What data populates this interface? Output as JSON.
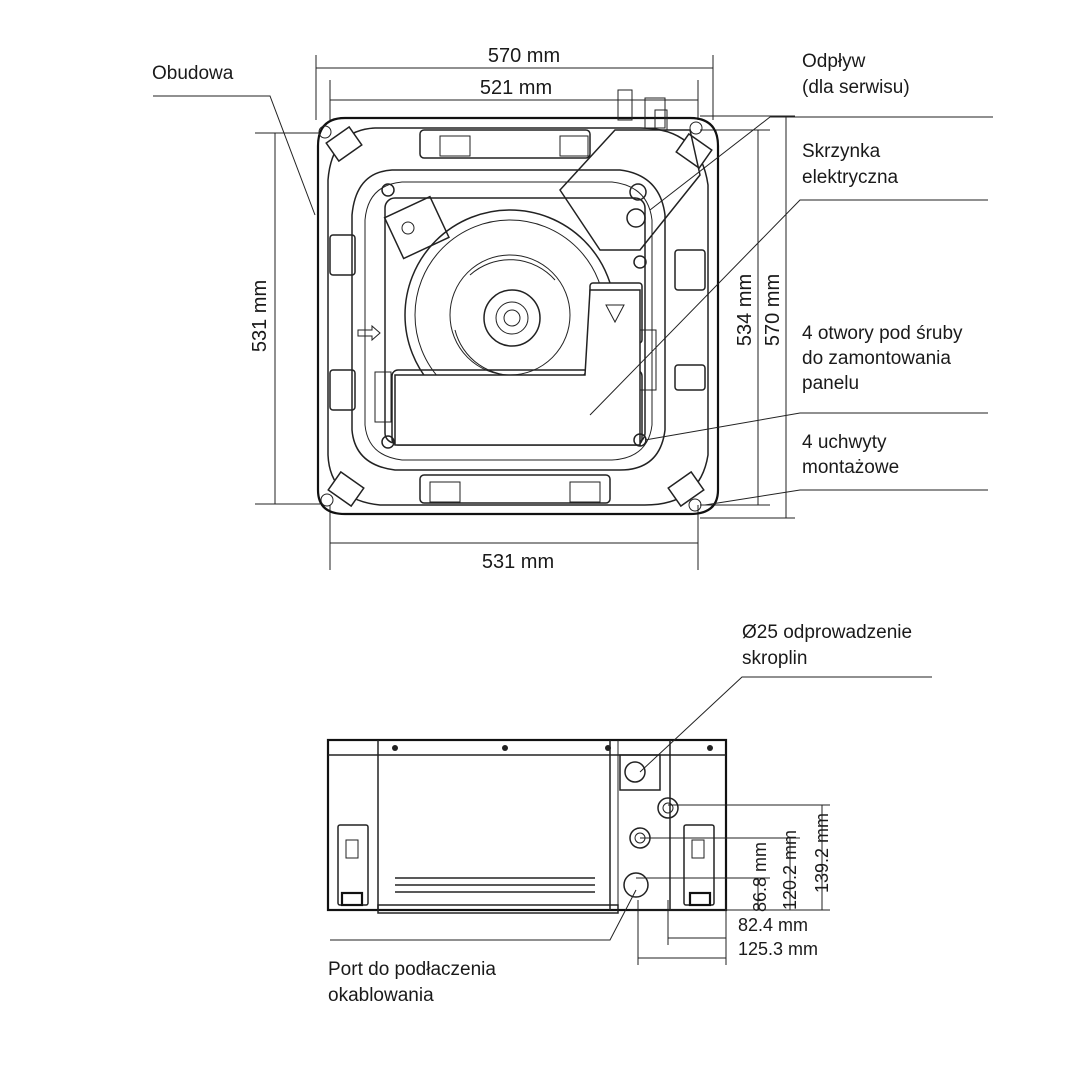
{
  "top_view": {
    "dimensions": {
      "width_outer": "570 mm",
      "width_inner": "521 mm",
      "width_bottom": "531 mm",
      "height_left": "531 mm",
      "height_right_inner": "534 mm",
      "height_right_outer": "570 mm"
    },
    "labels": {
      "housing": "Obudowa",
      "drain_line1": "Odpływ",
      "drain_line2": "(dla serwisu)",
      "ebox_line1": "Skrzynka",
      "ebox_line2": "elektryczna",
      "holes_line1": "4 otwory pod śruby",
      "holes_line2": "do zamontowania",
      "holes_line3": "panelu",
      "hangers_line1": "4 uchwyty",
      "hangers_line2": "montażowe"
    }
  },
  "side_view": {
    "labels": {
      "condensate_line1": "Ø25 odprowadzenie",
      "condensate_line2": "skroplin",
      "wiring_line1": "Port do podłaczenia",
      "wiring_line2": "okablowania"
    },
    "dimensions": {
      "h1": "86.8 mm",
      "h2": "120.2 mm",
      "h3": "139.2 mm",
      "w1": "82.4 mm",
      "w2": "125.3 mm"
    }
  }
}
